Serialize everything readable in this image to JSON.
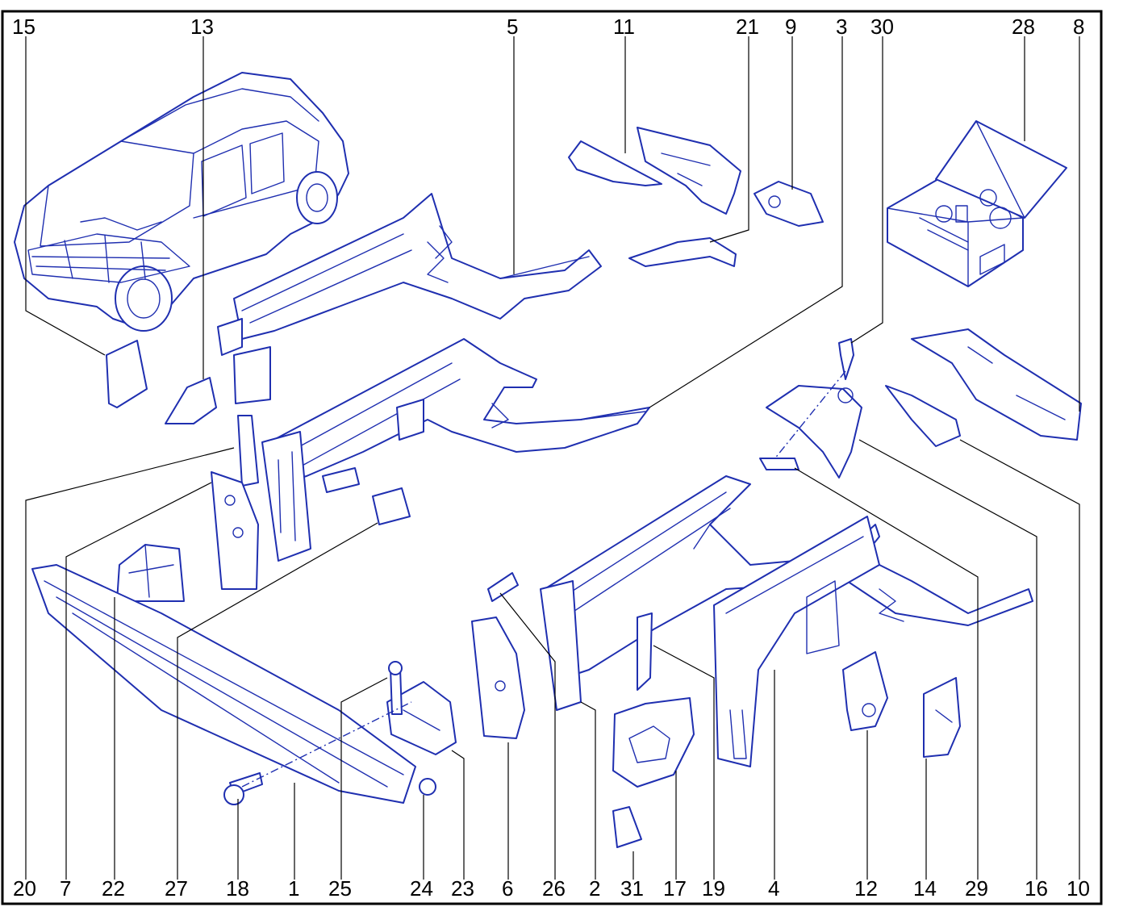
{
  "colors": {
    "line_art": "#1f2fb0",
    "callouts": "#000000",
    "background": "#ffffff"
  },
  "callouts_top": [
    "15",
    "13",
    "5",
    "11",
    "21",
    "9",
    "3",
    "30",
    "28",
    "8"
  ],
  "callouts_bottom": [
    "20",
    "7",
    "22",
    "27",
    "18",
    "1",
    "25",
    "24",
    "23",
    "6",
    "26",
    "2",
    "31",
    "17",
    "19",
    "4",
    "12",
    "14",
    "29",
    "16",
    "10"
  ],
  "parts": {
    "vehicle": "car-overview",
    "box": "parts-kit-box",
    "bumper_beam": "front-bumper-beam"
  }
}
